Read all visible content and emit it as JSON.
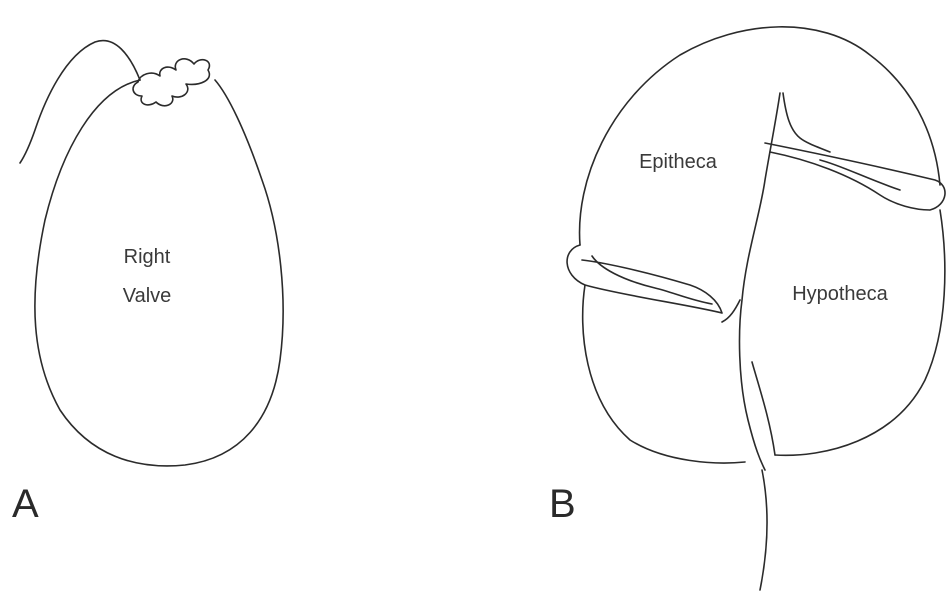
{
  "panels": [
    {
      "letter": "A",
      "labels": [
        "Right",
        "Valve"
      ]
    },
    {
      "letter": "B",
      "labels": [
        "Epitheca",
        "Hypotheca"
      ]
    }
  ],
  "colors": {
    "line": "#2b2b2b",
    "text": "#3a3a3a",
    "background": "#ffffff"
  }
}
